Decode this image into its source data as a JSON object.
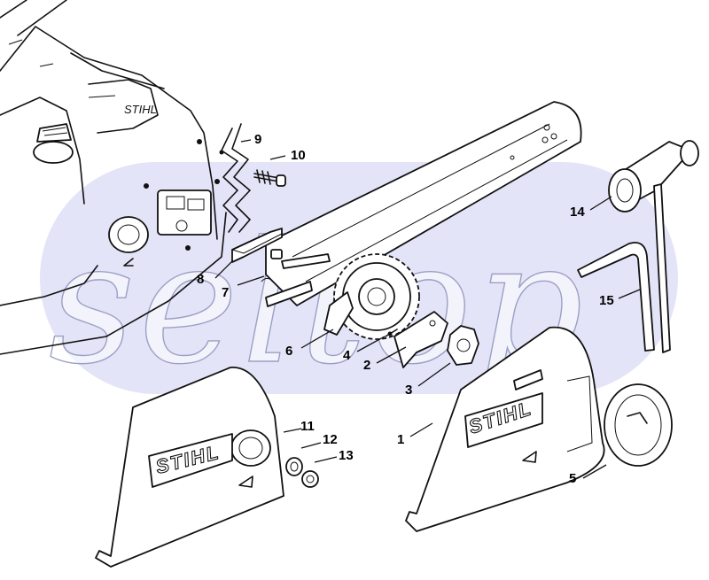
{
  "diagram": {
    "brand_logo": "STIHL",
    "watermark": "seltop",
    "watermark_color": "#e4e4f8",
    "line_color": "#111111",
    "callouts": [
      {
        "id": "c1",
        "label": "1"
      },
      {
        "id": "c2",
        "label": "2"
      },
      {
        "id": "c3",
        "label": "3"
      },
      {
        "id": "c4",
        "label": "4"
      },
      {
        "id": "c5",
        "label": "5"
      },
      {
        "id": "c6",
        "label": "6"
      },
      {
        "id": "c7",
        "label": "7"
      },
      {
        "id": "c8",
        "label": "8"
      },
      {
        "id": "c9",
        "label": "9"
      },
      {
        "id": "c10",
        "label": "10"
      },
      {
        "id": "c11",
        "label": "11"
      },
      {
        "id": "c12",
        "label": "12"
      },
      {
        "id": "c13",
        "label": "13"
      },
      {
        "id": "c14",
        "label": "14"
      },
      {
        "id": "c15",
        "label": "15"
      }
    ]
  }
}
